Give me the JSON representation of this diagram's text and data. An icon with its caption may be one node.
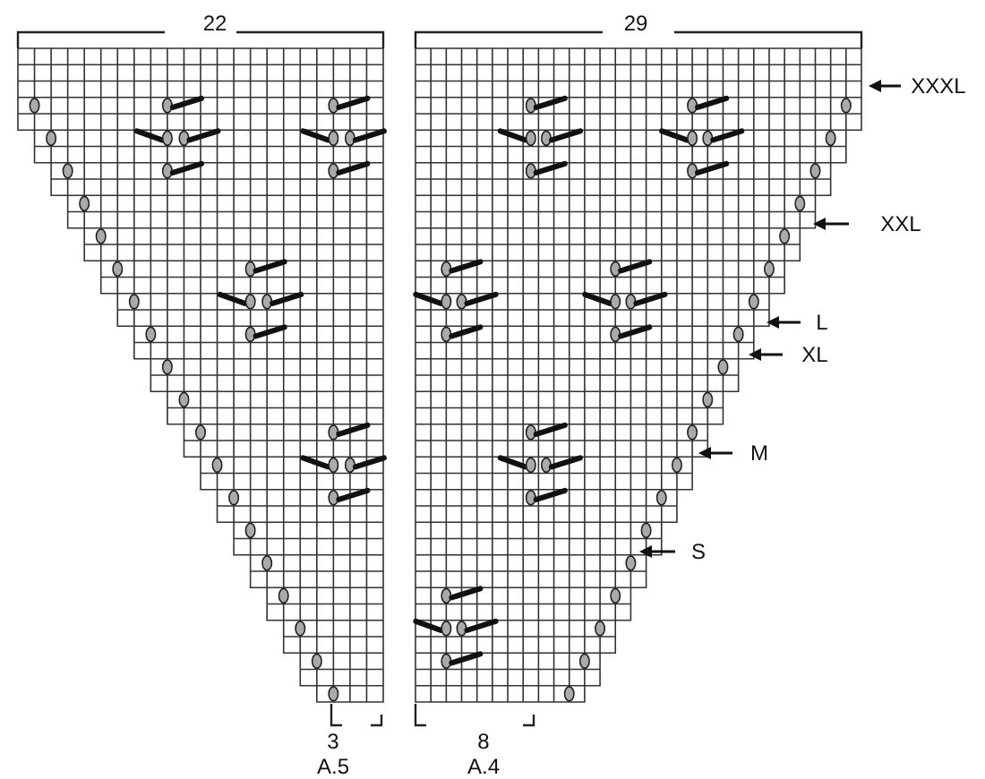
{
  "diagram": {
    "labels": [
      "22",
      "29",
      "XXXL",
      "XXL",
      "L",
      "XL",
      "M",
      "S",
      "3",
      "8",
      "A.5",
      "A.4"
    ]
  }
}
